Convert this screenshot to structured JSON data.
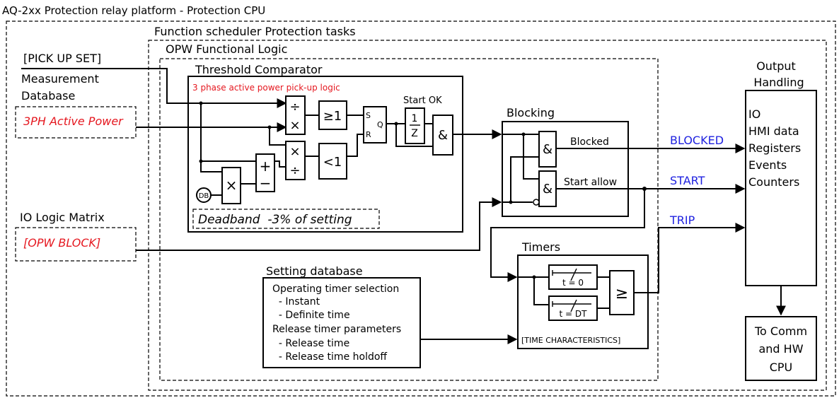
{
  "title": "AQ-2xx Protection relay platform - Protection CPU",
  "scheduler_label": "Function scheduler Protection tasks",
  "functional_logic_label": "OPW Functional Logic",
  "inputs": {
    "pickup_set": "[PICK UP SET]",
    "measurement_db_line1": "Measurement",
    "measurement_db_line2": "Database",
    "active_power": "3PH Active Power",
    "io_logic_matrix": "IO Logic Matrix",
    "opw_block": "[OPW BLOCK]"
  },
  "threshold": {
    "title": "Threshold Comparator",
    "subtitle": "3 phase active power pick-up logic",
    "start_ok": "Start OK",
    "deadband": "Deadband  -3% of setting",
    "db_label": "DB",
    "divide_symbol": "÷",
    "multiply_symbol": "×",
    "ge1": "≥1",
    "lt1": "<1",
    "plus": "+",
    "minus": "−",
    "sr_s": "S",
    "sr_r": "R",
    "sr_q": "Q",
    "inv_num": "1",
    "inv_den": "Z",
    "and_symbol": "&"
  },
  "blocking": {
    "title": "Blocking",
    "blocked": "Blocked",
    "start_allow": "Start allow"
  },
  "timers": {
    "title": "Timers",
    "t_zero": "t = 0",
    "t_dt": "t = DT",
    "ge_symbol": "≥",
    "time_characteristics": "[TIME CHARACTERISTICS]"
  },
  "setting_db": {
    "title": "Setting database",
    "lines": [
      "Operating timer selection",
      "  - Instant",
      "  - Definite time",
      "Release timer parameters",
      "  - Release time",
      "  - Release time holdoff"
    ]
  },
  "outputs": {
    "blocked": "BLOCKED",
    "start": "START",
    "trip": "TRIP"
  },
  "output_handling": {
    "title_line1": "Output",
    "title_line2": "Handling",
    "items": [
      "IO",
      "HMI data",
      "Registers",
      "Events",
      "Counters"
    ]
  },
  "comm": {
    "line1": "To Comm",
    "line2": "and HW",
    "line3": "CPU"
  },
  "colors": {
    "red": "#e5171f",
    "blue": "#1f22e0"
  }
}
